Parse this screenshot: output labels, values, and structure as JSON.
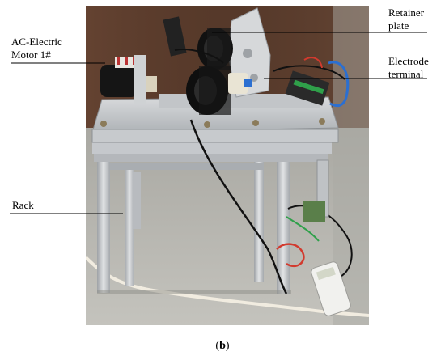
{
  "labels": {
    "motor_line1": "AC-Electric",
    "motor_line2": "Motor 1#",
    "retainer_line1": "Retainer",
    "retainer_line2": "plate",
    "electrode_line1": "Electrode",
    "electrode_line2": "terminal",
    "rack": "Rack"
  },
  "caption": {
    "open": "(",
    "letter": "b",
    "close": ")"
  },
  "colors": {
    "wall": "#5a3a2a",
    "floor": "#b9b8b2",
    "aluminum": "#c9ccd0",
    "motor": "#1a1a1a",
    "cable_blue": "#2b6fd1",
    "cable_red": "#d23a2e"
  }
}
